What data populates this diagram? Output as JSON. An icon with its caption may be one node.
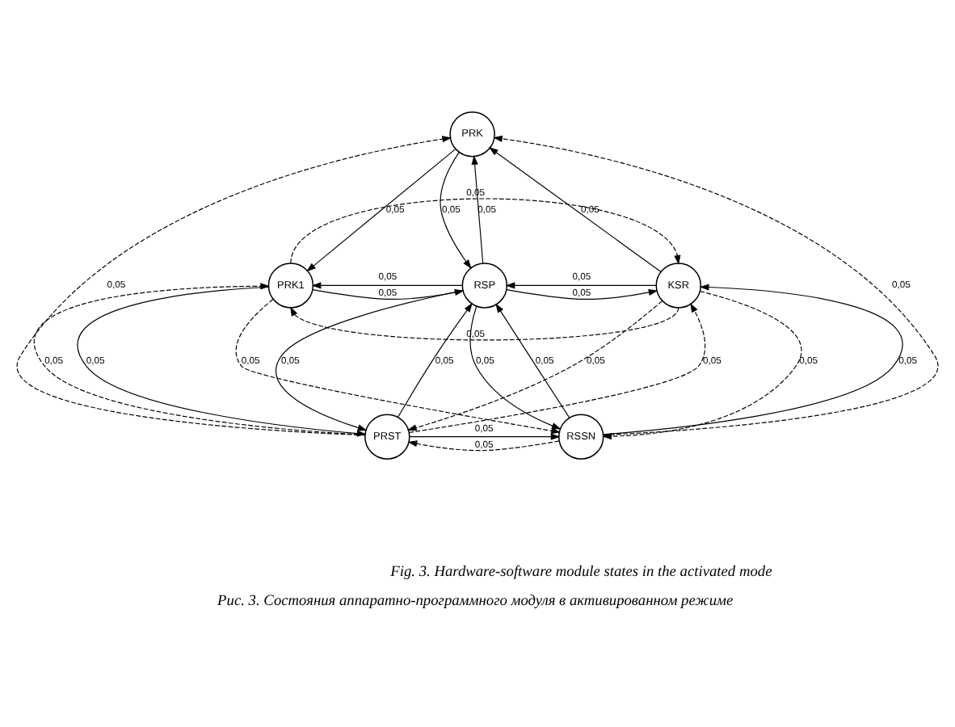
{
  "diagram": {
    "caption": "Рис. 3. Состояния аппаратно-программного модуля в активированном режиме",
    "nodes": [
      {
        "text": [
          "PRK"
        ]
      },
      {
        "text": [
          "PRK1"
        ]
      },
      {
        "text": [
          "RSP"
        ]
      },
      {
        "text": [
          "KSR"
        ]
      },
      {
        "text": [
          "PRST"
        ]
      },
      {
        "text": [
          "RSSN"
        ]
      }
    ],
    "edges": [
      {
        "from": 0,
        "to": 1,
        "arrow": "to",
        "label": "0,05"
      },
      {
        "from": 2,
        "to": 0,
        "arrow": "to",
        "label": "0,05"
      },
      {
        "from": 0,
        "to": 2,
        "arrow": "to",
        "label": "0,05"
      },
      {
        "from": 3,
        "to": 0,
        "arrow": "to",
        "label": "0,05"
      },
      {
        "from": 4,
        "to": 0,
        "arrow": "to",
        "label": "0,05",
        "style": "dashed"
      },
      {
        "from": 5,
        "to": 0,
        "arrow": "to",
        "label": "0,05",
        "style": "dashed"
      },
      {
        "from": 2,
        "to": 1,
        "arrow": "to",
        "label": "0,05"
      },
      {
        "from": 1,
        "to": 2,
        "arrow": "to",
        "label": "0,05"
      },
      {
        "from": 3,
        "to": 2,
        "arrow": "to",
        "label": "0,05"
      },
      {
        "from": 2,
        "to": 3,
        "arrow": "to",
        "label": "0,05"
      },
      {
        "from": 1,
        "to": 3,
        "arrow": "to",
        "label": "0,05",
        "style": "dashed"
      },
      {
        "from": 3,
        "to": 1,
        "arrow": "to",
        "label": "0,05",
        "style": "dashed"
      },
      {
        "from": 1,
        "to": 5,
        "arrow": "to",
        "label": "0,05",
        "style": "dashed"
      },
      {
        "from": 4,
        "to": 3,
        "arrow": "to",
        "label": "0,05",
        "style": "dashed"
      },
      {
        "from": 3,
        "to": 4,
        "arrow": "to",
        "label": "0,05",
        "style": "dashed"
      },
      {
        "from": 2,
        "to": 4,
        "arrow": "to",
        "label": "0,05"
      },
      {
        "from": 4,
        "to": 2,
        "arrow": "to",
        "label": "0,05"
      },
      {
        "from": 2,
        "to": 5,
        "arrow": "to",
        "label": "0,05"
      },
      {
        "from": 5,
        "to": 2,
        "arrow": "to",
        "label": "0,05"
      },
      {
        "from": 5,
        "to": 3,
        "arrow": "to",
        "label": "0,05"
      },
      {
        "from": 3,
        "to": 5,
        "arrow": "to",
        "label": "0,05",
        "style": "dashed"
      },
      {
        "from": 4,
        "to": 5,
        "arrow": "to",
        "label": "0,05"
      },
      {
        "from": 5,
        "to": 4,
        "arrow": "to",
        "label": "0,05",
        "style": "dashed"
      },
      {
        "from": 1,
        "to": 4,
        "arrow": "to",
        "label": "0,05"
      },
      {
        "from": 4,
        "to": 1,
        "arrow": "to",
        "label": "0,05",
        "style": "dashed"
      }
    ],
    "labels": [
      "Fig. 3. Hardware-software module states in the activated mode"
    ]
  }
}
